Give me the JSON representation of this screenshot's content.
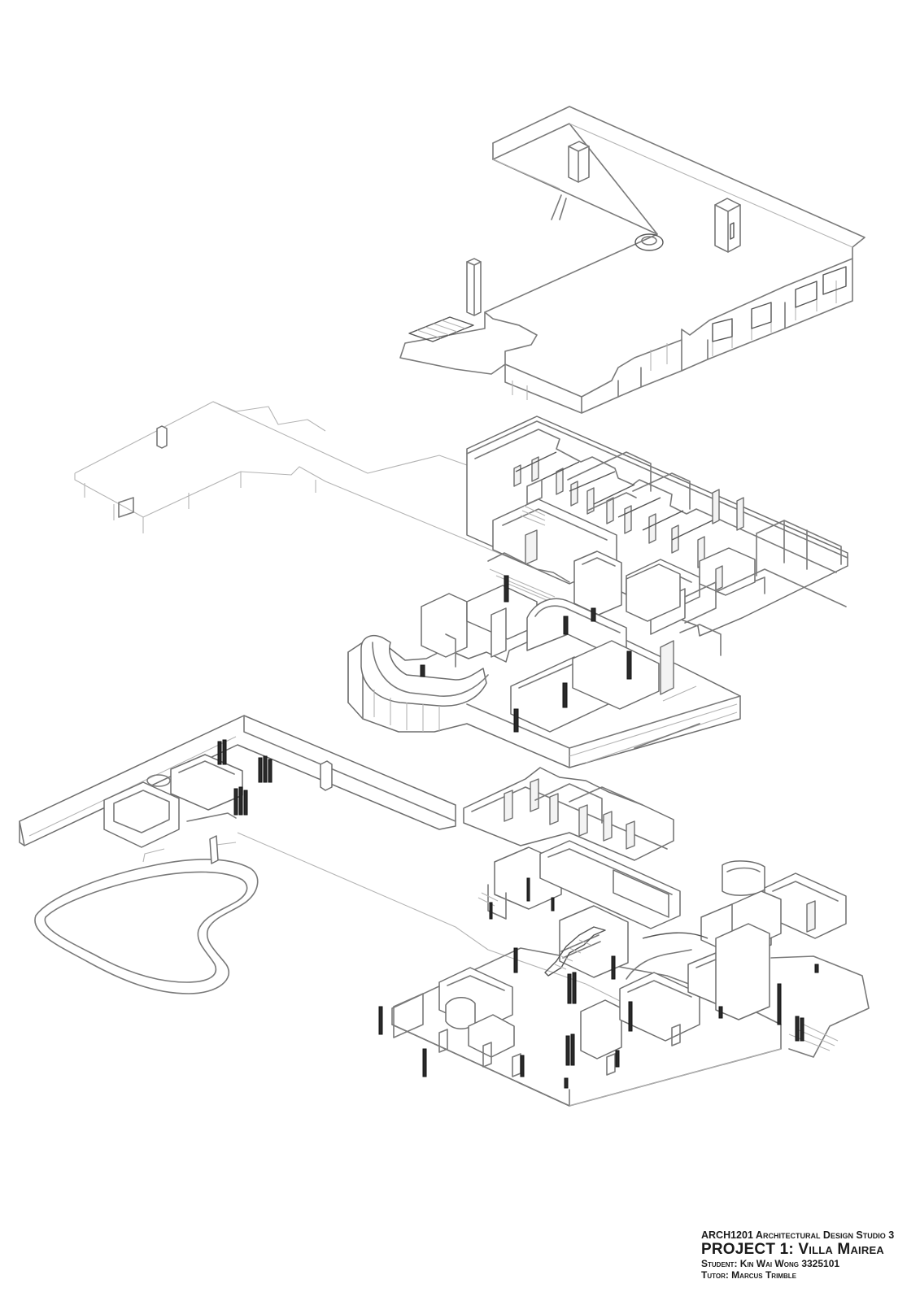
{
  "title_block": {
    "course": "ARCH1201 Architectural Design Studio 3",
    "project": "PROJECT 1: Villa Mairea",
    "student": "Student: Kin Wai Wong 3325101",
    "tutor": "Tutor: Marcus Trimble"
  }
}
